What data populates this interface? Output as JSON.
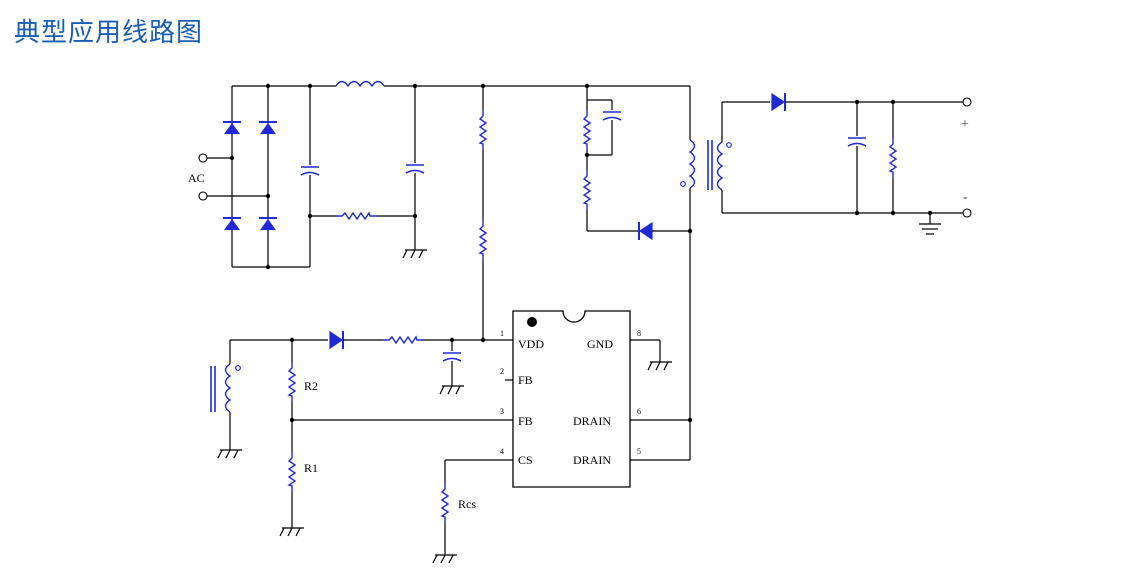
{
  "title": "典型应用线路图",
  "labels": {
    "ac": "AC",
    "r2": "R2",
    "r1": "R1",
    "rcs": "Rcs",
    "plus": "+",
    "minus": "-"
  },
  "ic": {
    "pins": [
      {
        "num": "1",
        "name": "VDD"
      },
      {
        "num": "2",
        "name": "FB"
      },
      {
        "num": "3",
        "name": "FB"
      },
      {
        "num": "4",
        "name": "CS"
      },
      {
        "num": "8",
        "name": "GND"
      },
      {
        "num": "6",
        "name": "DRAIN"
      },
      {
        "num": "5",
        "name": "DRAIN"
      }
    ]
  },
  "colors": {
    "title": "#1a5fb4",
    "component": "#1f2ad6",
    "wire": "#000000"
  }
}
